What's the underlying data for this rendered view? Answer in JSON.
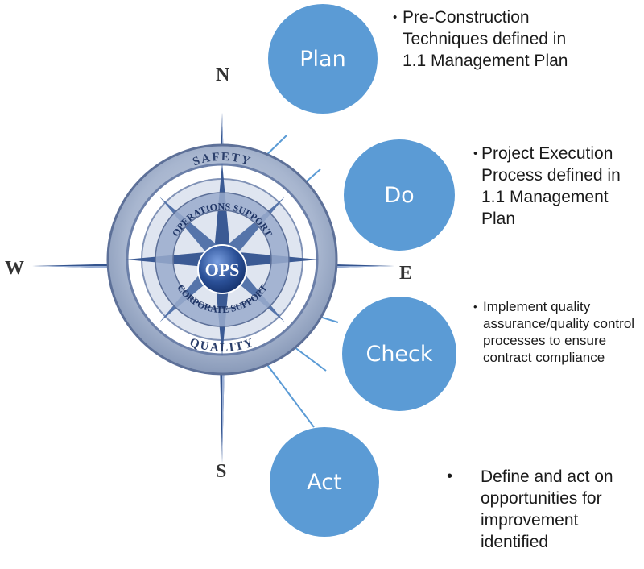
{
  "compass": {
    "north": "N",
    "south": "S",
    "east": "E",
    "west": "W",
    "ring_top": "SAFETY",
    "ring_bottom": "QUALITY",
    "inner_top": "OPERATIONS SUPPORT",
    "inner_bottom": "CORPORATE SUPPORT",
    "center": "OPS"
  },
  "steps": [
    {
      "label": "Plan",
      "description": "Pre-Construction Techniques defined in 1.1 Management Plan"
    },
    {
      "label": "Do",
      "description": "Project Execution Process defined in 1.1 Management Plan"
    },
    {
      "label": "Check",
      "description": "Implement quality assurance/quality control processes to ensure contract compliance"
    },
    {
      "label": "Act",
      "description": "Define and act on opportunities for improvement identified"
    }
  ],
  "colors": {
    "circle_fill": "#5b9bd5",
    "connector": "#5b9bd5",
    "compass_ring": "#6b86ad",
    "compass_star": "#3f5f96"
  }
}
